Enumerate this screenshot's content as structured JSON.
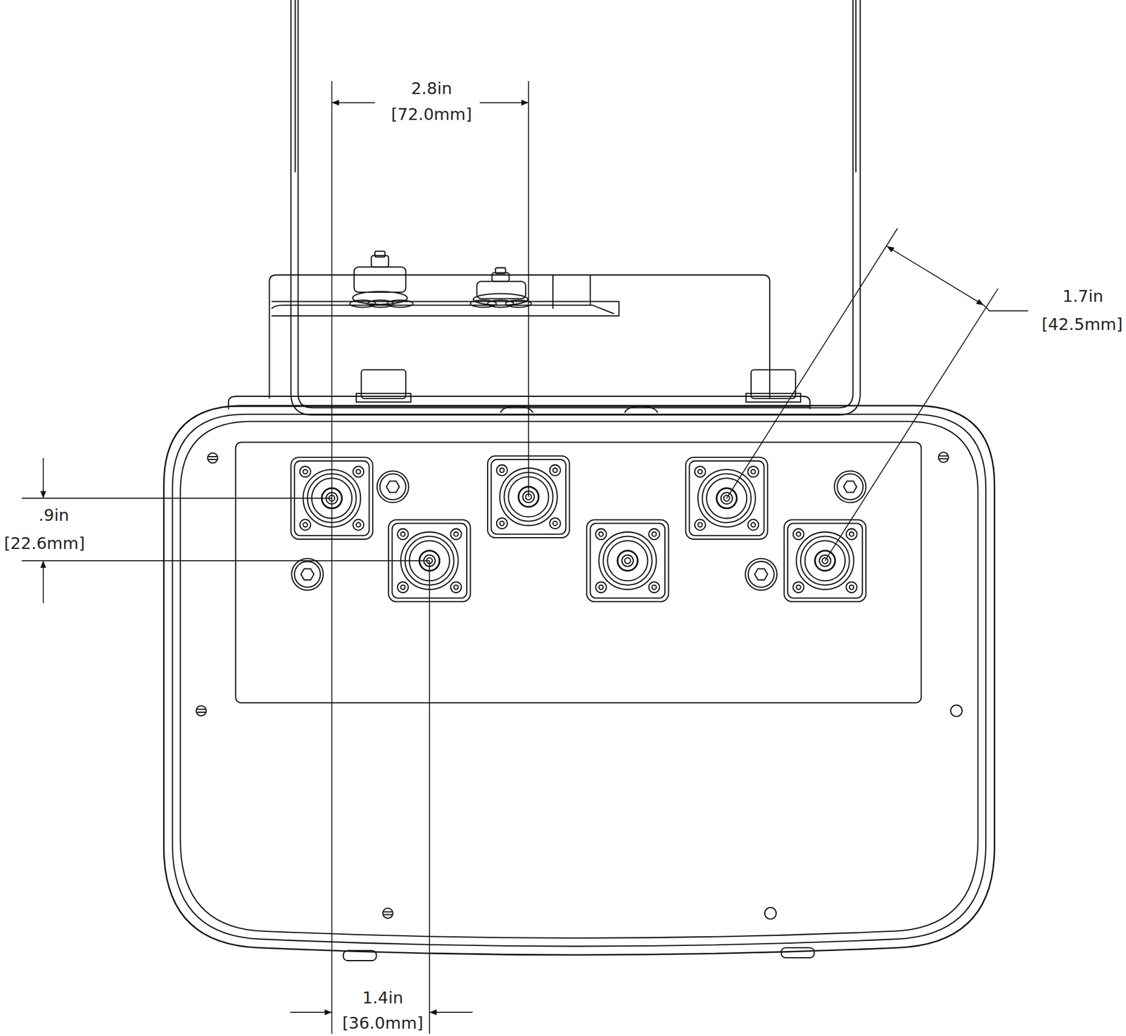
{
  "diagram": {
    "labels": [
      "2.8in",
      "[72.0mm]",
      "1.7in",
      "[42.5mm]",
      ".9in",
      "[22.6mm]",
      "1.4in",
      "[36.0mm]"
    ]
  }
}
